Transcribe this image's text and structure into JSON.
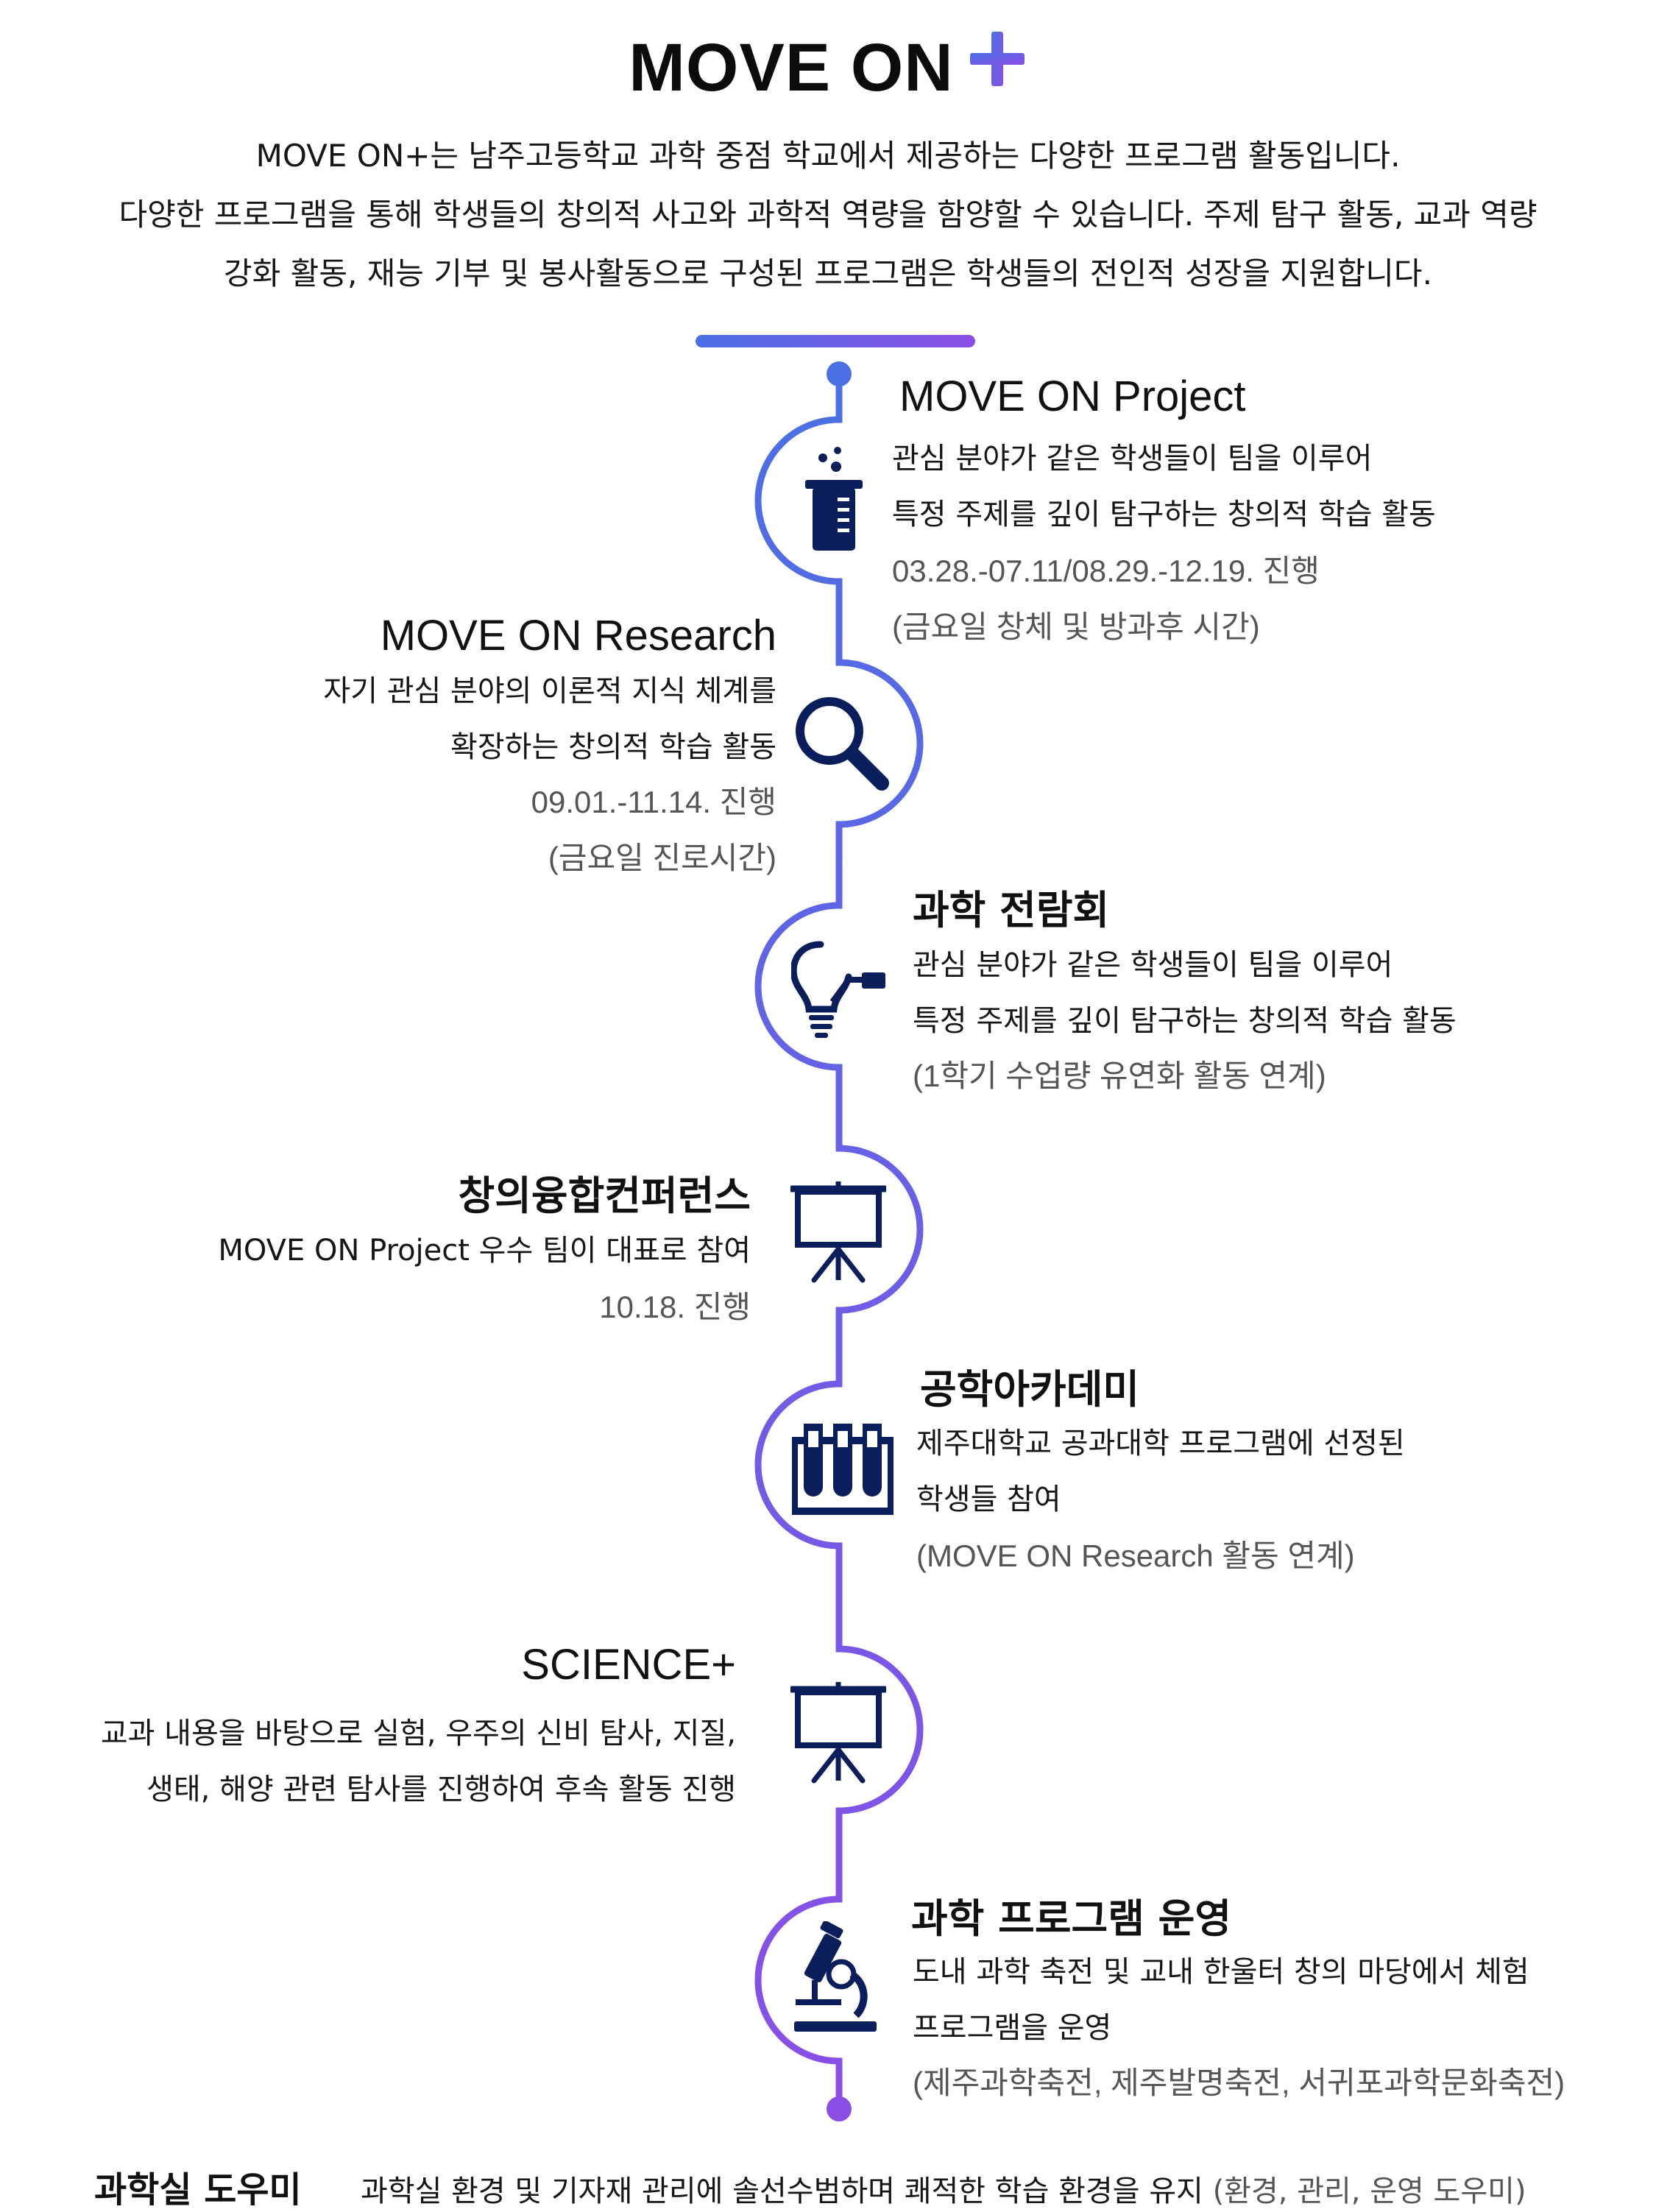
{
  "header": {
    "title": "MOVE ON",
    "intro_lines": [
      "MOVE ON+는 남주고등학교 과학 중점 학교에서 제공하는 다양한 프로그램 활동입니다.",
      "다양한 프로그램을 통해 학생들의 창의적 사고와 과학적 역량을 함양할 수 있습니다. 주제 탐구 활동, 교과 역량",
      "강화 활동, 재능 기부 및 봉사활동으로 구성된 프로그램은 학생들의 전인적 성장을 지원합니다."
    ]
  },
  "colors": {
    "accent_blue": "#4a70e4",
    "accent_purple": "#8a4ee6",
    "icon_navy": "#0b1e5c"
  },
  "programs": [
    {
      "title": "MOVE ON Project",
      "icon": "beaker-icon",
      "lines": [
        "관심 분야가 같은 학생들이 팀을 이루어",
        "특정 주제를 깊이 탐구하는 창의적 학습 활동"
      ],
      "gray_lines": [
        "03.28.-07.11/08.29.-12.19. 진행",
        "(금요일 창체 및 방과후 시간)"
      ]
    },
    {
      "title": "MOVE ON Research",
      "icon": "magnifier-icon",
      "lines": [
        "자기 관심 분야의 이론적 지식 체계를",
        "확장하는 창의적 학습 활동"
      ],
      "gray_lines": [
        "09.01.-11.14. 진행",
        "(금요일 진로시간)"
      ]
    },
    {
      "title": "과학 전람회",
      "icon": "lightbulb-icon",
      "lines": [
        "관심 분야가 같은 학생들이 팀을 이루어",
        "특정 주제를 깊이 탐구하는 창의적 학습 활동"
      ],
      "gray_lines": [
        "(1학기 수업량 유연화 활동 연계)"
      ]
    },
    {
      "title": "창의융합컨퍼런스",
      "icon": "presentation-board-icon",
      "lines": [
        "MOVE ON Project 우수 팀이 대표로 참여"
      ],
      "gray_lines": [
        "10.18. 진행"
      ]
    },
    {
      "title": "공학아카데미",
      "icon": "test-tubes-icon",
      "lines": [
        "제주대학교 공과대학 프로그램에 선정된",
        "학생들 참여"
      ],
      "gray_lines": [
        "(MOVE ON Research 활동 연계)"
      ]
    },
    {
      "title": "SCIENCE+",
      "icon": "presentation-board-icon",
      "lines": [
        "교과 내용을 바탕으로 실험, 우주의 신비 탐사, 지질,",
        "생태, 해양 관련 탐사를 진행하여 후속 활동 진행"
      ],
      "gray_lines": []
    },
    {
      "title": "과학 프로그램 운영",
      "icon": "microscope-icon",
      "lines": [
        "도내 과학 축전 및 교내 한울터 창의 마당에서 체험",
        "프로그램을 운영"
      ],
      "gray_lines": [
        "(제주과학축전, 제주발명축전, 서귀포과학문화축전)"
      ]
    }
  ],
  "footer": {
    "title": "과학실 도우미",
    "text": "과학실 환경 및 기자재 관리에 솔선수범하며 쾌적한 학습 환경을 유지",
    "note": "(환경, 관리, 운영 도우미)"
  }
}
